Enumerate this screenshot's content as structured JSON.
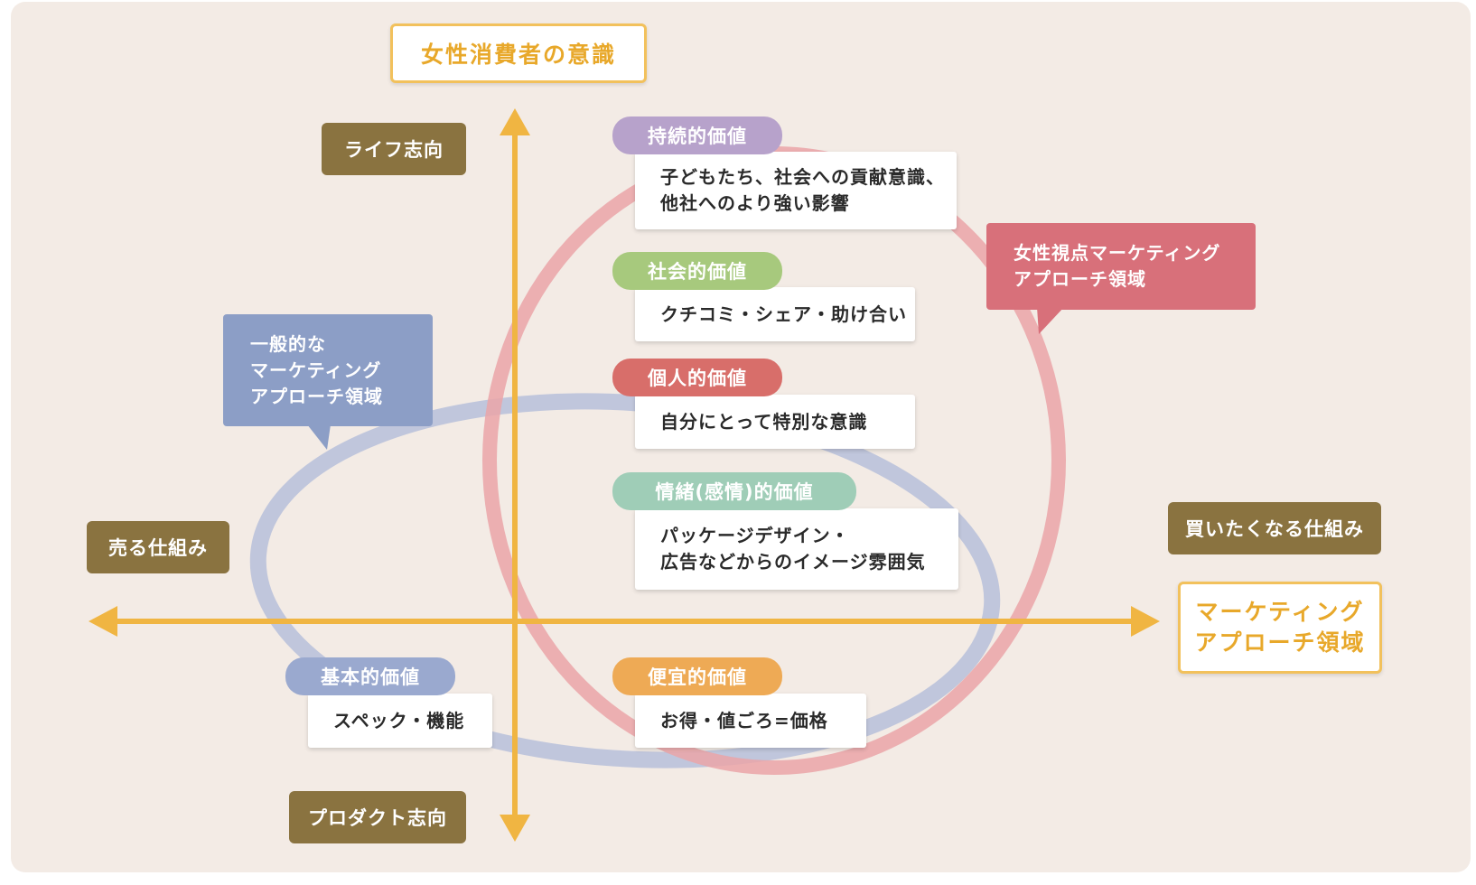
{
  "axis_titles": {
    "vertical": "女性消費者の意識",
    "horizontal": "マーケティング\nアプローチ領域"
  },
  "poles": {
    "top": "ライフ志向",
    "bottom": "プロダクト志向",
    "left": "売る仕組み",
    "right": "買いたくなる仕組み"
  },
  "values": [
    {
      "label": "持続的価値",
      "description": "子どもたち、社会への貢献意識、\n他社へのより強い影響",
      "color": "#b7a2cb"
    },
    {
      "label": "社会的価値",
      "description": "クチコミ・シェア・助け合い",
      "color": "#a7c97d"
    },
    {
      "label": "個人的価値",
      "description": "自分にとって特別な意識",
      "color": "#d86e6a"
    },
    {
      "label": "情緒(感情)的価値",
      "description": "パッケージデザイン・\n広告などからのイメージ雰囲気",
      "color": "#9fcdb7"
    },
    {
      "label": "便宜的価値",
      "description": "お得・値ごろ=価格",
      "color": "#eeaa55"
    },
    {
      "label": "基本的価値",
      "description": "スペック・機能",
      "color": "#9aa9cf"
    }
  ],
  "callouts": {
    "general": {
      "text": "一般的な\nマーケティング\nアプローチ領域",
      "color": "#8c9ec6"
    },
    "female": {
      "text": "女性視点マーケティング\nアプローチ領域",
      "color": "#d8707a"
    }
  },
  "colors": {
    "axis": "#f0b542",
    "female_ring": "#eaa5a8",
    "general_ring": "#b6bfda",
    "pole_box": "#8a7340"
  }
}
